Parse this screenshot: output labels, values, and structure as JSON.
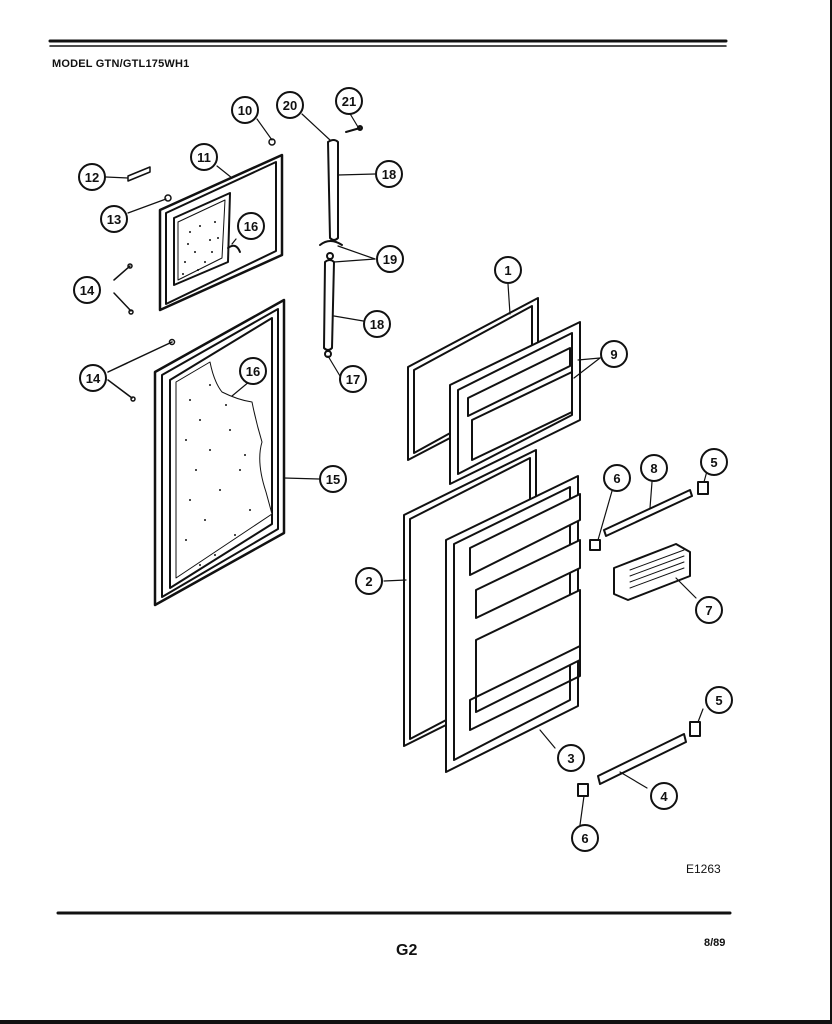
{
  "header": {
    "model": "MODEL GTN/GTL175WH1"
  },
  "footer": {
    "drawing_code": "E1263",
    "page_number": "G2",
    "date": "8/89"
  },
  "callouts": [
    "10",
    "20",
    "21",
    "12",
    "11",
    "13",
    "16",
    "18",
    "19",
    "14",
    "1",
    "9",
    "18",
    "14",
    "16",
    "17",
    "15",
    "6",
    "8",
    "5",
    "2",
    "7",
    "5",
    "3",
    "4",
    "6"
  ]
}
